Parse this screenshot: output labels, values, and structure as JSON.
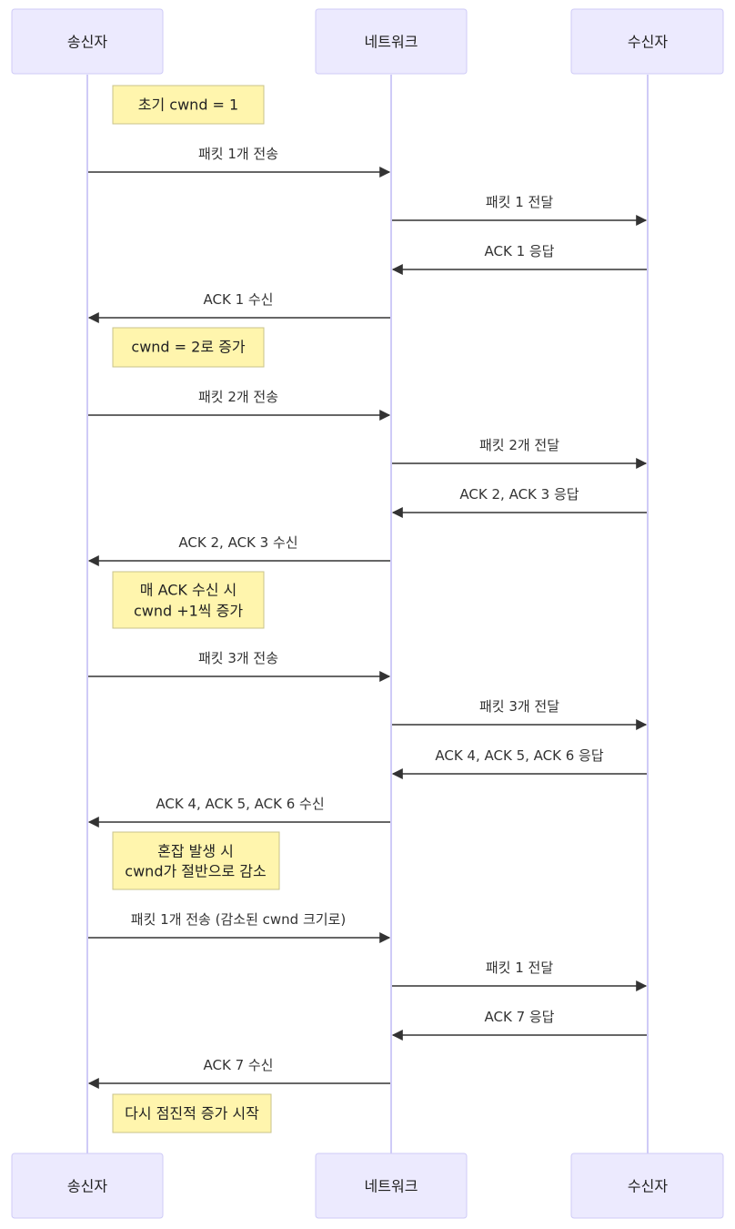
{
  "participants": [
    {
      "id": "sender",
      "label": "송신자"
    },
    {
      "id": "network",
      "label": "네트워크"
    },
    {
      "id": "receiver",
      "label": "수신자"
    }
  ],
  "messages": [
    {
      "from": "sender",
      "to": "network",
      "label": "패킷 1개 전송"
    },
    {
      "from": "network",
      "to": "receiver",
      "label": "패킷 1 전달"
    },
    {
      "from": "receiver",
      "to": "network",
      "label": "ACK 1 응답"
    },
    {
      "from": "network",
      "to": "sender",
      "label": "ACK 1 수신"
    },
    {
      "from": "sender",
      "to": "network",
      "label": "패킷 2개 전송"
    },
    {
      "from": "network",
      "to": "receiver",
      "label": "패킷 2개 전달"
    },
    {
      "from": "receiver",
      "to": "network",
      "label": "ACK 2, ACK 3 응답"
    },
    {
      "from": "network",
      "to": "sender",
      "label": "ACK 2, ACK 3 수신"
    },
    {
      "from": "sender",
      "to": "network",
      "label": "패킷 3개 전송"
    },
    {
      "from": "network",
      "to": "receiver",
      "label": "패킷 3개 전달"
    },
    {
      "from": "receiver",
      "to": "network",
      "label": "ACK 4, ACK 5, ACK 6 응답"
    },
    {
      "from": "network",
      "to": "sender",
      "label": "ACK 4, ACK 5, ACK 6 수신"
    },
    {
      "from": "sender",
      "to": "network",
      "label": "패킷 1개 전송 (감소된 cwnd 크기로)"
    },
    {
      "from": "network",
      "to": "receiver",
      "label": "패킷 1 전달"
    },
    {
      "from": "receiver",
      "to": "network",
      "label": "ACK 7 응답"
    },
    {
      "from": "network",
      "to": "sender",
      "label": "ACK 7 수신"
    }
  ],
  "notes": [
    {
      "lines": [
        "초기 cwnd = 1"
      ]
    },
    {
      "lines": [
        "cwnd = 2로 증가"
      ]
    },
    {
      "lines": [
        "매 ACK 수신 시",
        "cwnd +1씩 증가"
      ]
    },
    {
      "lines": [
        "혼잡 발생 시",
        "cwnd가 절반으로 감소"
      ]
    },
    {
      "lines": [
        "다시 점진적 증가 시작"
      ]
    }
  ],
  "colors": {
    "actor_fill": "#eceafe",
    "actor_border": "#cfcbf7",
    "lifeline": "#cfcbf7",
    "arrow": "#333333",
    "note_fill": "#fff5ad",
    "note_border": "#c8c38b"
  }
}
